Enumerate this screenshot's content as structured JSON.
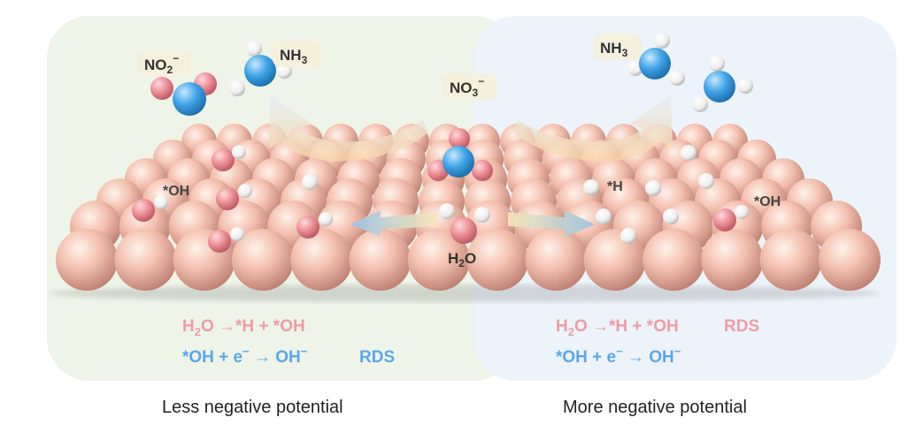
{
  "regions": {
    "left": {
      "caption": "Less negative potential",
      "eq1": {
        "a": "H",
        "b": "2",
        "c": "O →*H + *OH"
      },
      "eq2": {
        "a": "*OH + e",
        "b": "−",
        "c": " → OH",
        "d": "−",
        "rds": "RDS"
      }
    },
    "right": {
      "caption": "More negative potential",
      "eq1": {
        "a": "H",
        "b": "2",
        "c": "O →*H + *OH",
        "rds": "RDS"
      },
      "eq2": {
        "a": "*OH + e",
        "b": "−",
        "c": " → OH",
        "d": "−"
      }
    }
  },
  "labels": {
    "no2": {
      "a": "NO",
      "b": "2",
      "c": "−"
    },
    "no3": {
      "a": "NO",
      "b": "3",
      "c": "−"
    },
    "nh3_left": {
      "a": "NH",
      "b": "3"
    },
    "nh3_right": {
      "a": "NH",
      "b": "3"
    },
    "h2o": {
      "a": "H",
      "b": "2",
      "c": "O"
    },
    "oh_left": "*OH",
    "oh_right": "*OH",
    "h_right": "*H"
  },
  "colors": {
    "left_panel": "#eef4e8",
    "right_panel": "#edf3fa",
    "surface_atom": "#f0b7a4",
    "oxygen": "#e88a92",
    "nitrogen": "#3a9fe0",
    "hydrogen": "#f4f4f4",
    "pink_text": "#f09ca4",
    "blue_text": "#5aa7ea"
  }
}
